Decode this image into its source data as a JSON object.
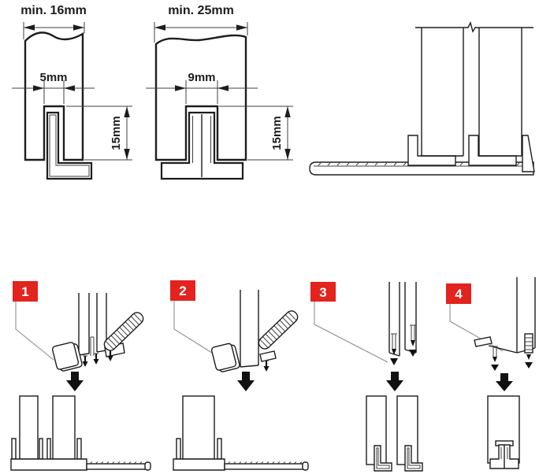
{
  "canvas": {
    "background": "#ffffff",
    "line_color": "#1d1d1b",
    "thin_line_color": "#3f3f3f",
    "leader_color": "#8f8f8f",
    "accent_red": "#e2231e",
    "badge_text_color": "#ffffff"
  },
  "top_section": {
    "narrow_profile_diagram": {
      "width_label": "min. 16mm",
      "groove_width_label": "5mm",
      "groove_depth_label": "15mm"
    },
    "wide_profile_diagram": {
      "width_label": "min. 25mm",
      "groove_width_label": "9mm",
      "groove_depth_label": "15mm"
    }
  },
  "steps": [
    {
      "number": "1"
    },
    {
      "number": "2"
    },
    {
      "number": "3"
    },
    {
      "number": "4"
    }
  ]
}
